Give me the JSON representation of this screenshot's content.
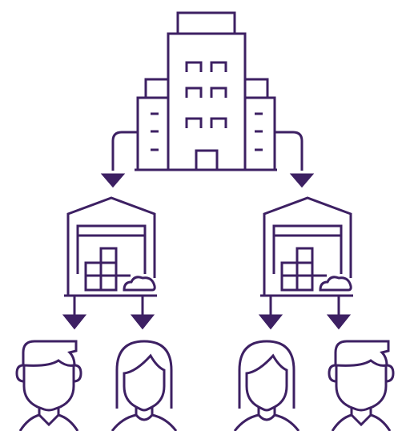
{
  "diagram": {
    "kind": "distribution-hierarchy",
    "colors": {
      "line": "#3d2063",
      "background": "#ffffff"
    },
    "nodes": {
      "headquarters": {
        "icon": "office-building-icon"
      },
      "warehouses": [
        {
          "icon": "warehouse-icon"
        },
        {
          "icon": "warehouse-icon"
        }
      ],
      "people": [
        {
          "icon": "man-avatar-icon"
        },
        {
          "icon": "woman-avatar-icon"
        },
        {
          "icon": "woman-avatar-icon"
        },
        {
          "icon": "man-avatar-icon"
        }
      ]
    },
    "connections": [
      {
        "from": "headquarters",
        "to": "warehouse-1",
        "icon": "arrow-down-icon"
      },
      {
        "from": "headquarters",
        "to": "warehouse-2",
        "icon": "arrow-down-icon"
      },
      {
        "from": "warehouse-1",
        "to": "person-1",
        "icon": "arrow-down-icon"
      },
      {
        "from": "warehouse-1",
        "to": "person-2",
        "icon": "arrow-down-icon"
      },
      {
        "from": "warehouse-2",
        "to": "person-3",
        "icon": "arrow-down-icon"
      },
      {
        "from": "warehouse-2",
        "to": "person-4",
        "icon": "arrow-down-icon"
      }
    ]
  }
}
